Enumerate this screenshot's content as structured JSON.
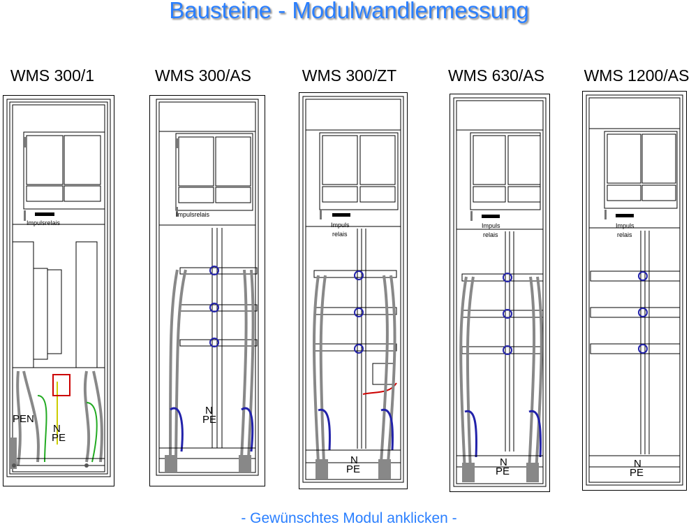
{
  "title": "Bausteine - Modulwandlermessung",
  "footer": "- Gewünschtes Modul anklicken -",
  "modules": [
    {
      "label": "WMS 300/1",
      "relay_label": "Impulsrelais",
      "relay_label_2": "",
      "pen_label": "PEN",
      "n_label": "N",
      "pe_label": "PE"
    },
    {
      "label": "WMS 300/AS",
      "relay_label": "Impulsrelais",
      "relay_label_2": "",
      "n_label": "N",
      "pe_label": "PE"
    },
    {
      "label": "WMS 300/ZT",
      "relay_label": "Impuls",
      "relay_label_2": "relais",
      "n_label": "N",
      "pe_label": "PE"
    },
    {
      "label": "WMS 630/AS",
      "relay_label": "Impuls",
      "relay_label_2": "relais",
      "n_label": "N",
      "pe_label": "PE"
    },
    {
      "label": "WMS 1200/AS",
      "relay_label": "Impuls",
      "relay_label_2": "relais",
      "n_label": "N",
      "pe_label": "PE"
    }
  ]
}
